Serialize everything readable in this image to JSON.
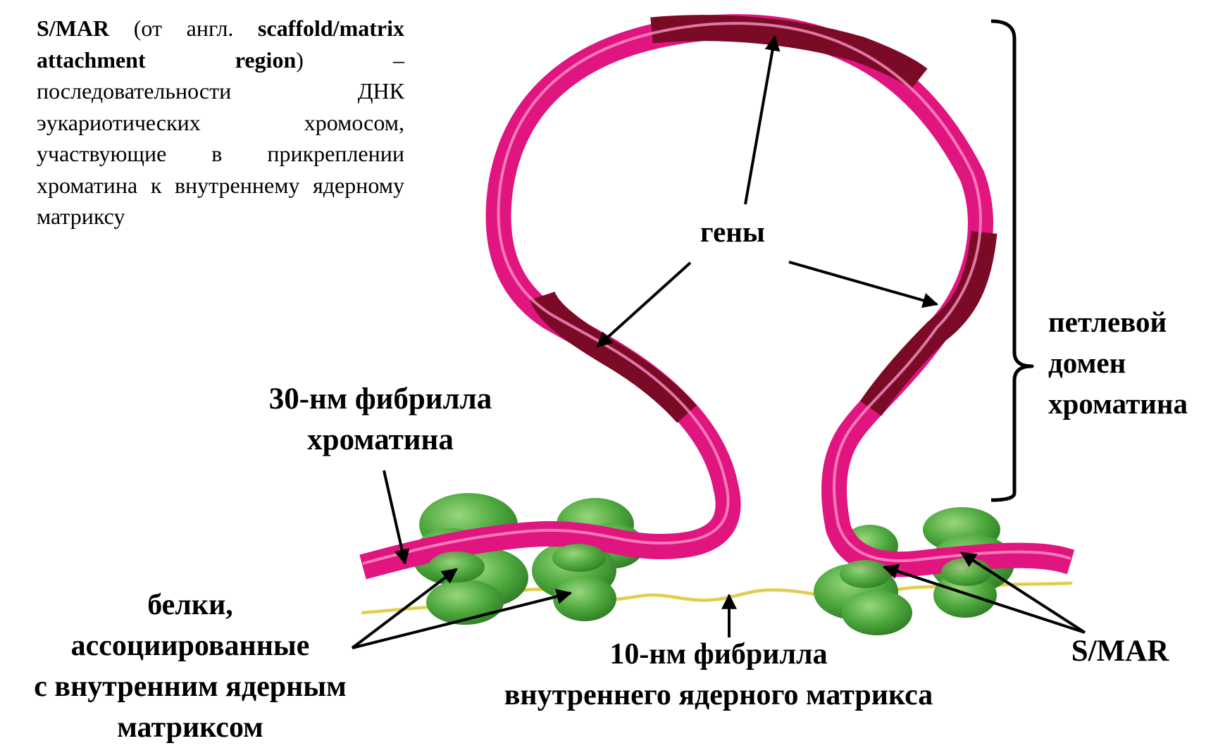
{
  "definition": {
    "term": "S/MAR",
    "part1": " (от англ. ",
    "english": "scaffold/matrix attachment region",
    "part2": ") – последовательности ДНК эукариотических хромосом, участвующие в прикреплении хроматина к внутреннему ядерному матриксу"
  },
  "labels": {
    "genes": "гены",
    "fibril30_line1": "30-нм фибрилла",
    "fibril30_line2": "хроматина",
    "loop_line1": "петлевой",
    "loop_line2": "домен",
    "loop_line3": "хроматина",
    "proteins_line1": "белки,",
    "proteins_line2": "ассоциированные",
    "proteins_line3": "с внутренним ядерным",
    "proteins_line4": "матриксом",
    "fibril10_line1": "10-нм фибрилла",
    "fibril10_line2": "внутреннего ядерного матрикса",
    "smar": "S/MAR"
  },
  "colors": {
    "chromatin": "#e0157f",
    "chromatin_highlight": "#ff9ccd",
    "gene": "#7a0a26",
    "protein": "#4faa3e",
    "protein_dark": "#2e7a24",
    "matrix_fibril": "#e8d860",
    "arrow": "#000000"
  }
}
